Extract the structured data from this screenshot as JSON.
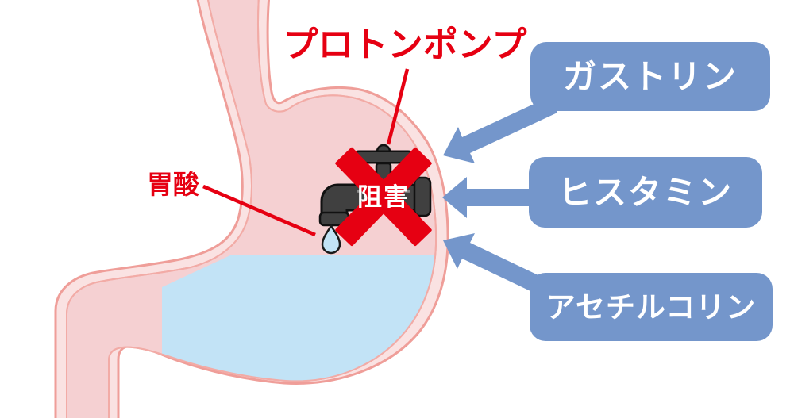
{
  "diagram": {
    "title": "プロトンポンプ",
    "gastric_acid": "胃酸",
    "inhibition": "阻害",
    "stimulants": [
      {
        "label": "ガストリン"
      },
      {
        "label": "ヒスタミン"
      },
      {
        "label": "アセチルコリン"
      }
    ],
    "icons": [
      "faucet-icon",
      "water-drop-icon",
      "red-x-icon",
      "arrow-icon"
    ]
  },
  "colors": {
    "red": "#e60012",
    "blue": "#7496cb",
    "acid_blue": "#c2e3f6",
    "stomach_fill": "#f5d0d2",
    "stomach_wall_band": "#fae2e2",
    "stomach_outline": "#ef9e99",
    "stomach_inner_line": "#f2aba6",
    "faucet_gray": "#404040",
    "text_white": "#ffffff"
  }
}
